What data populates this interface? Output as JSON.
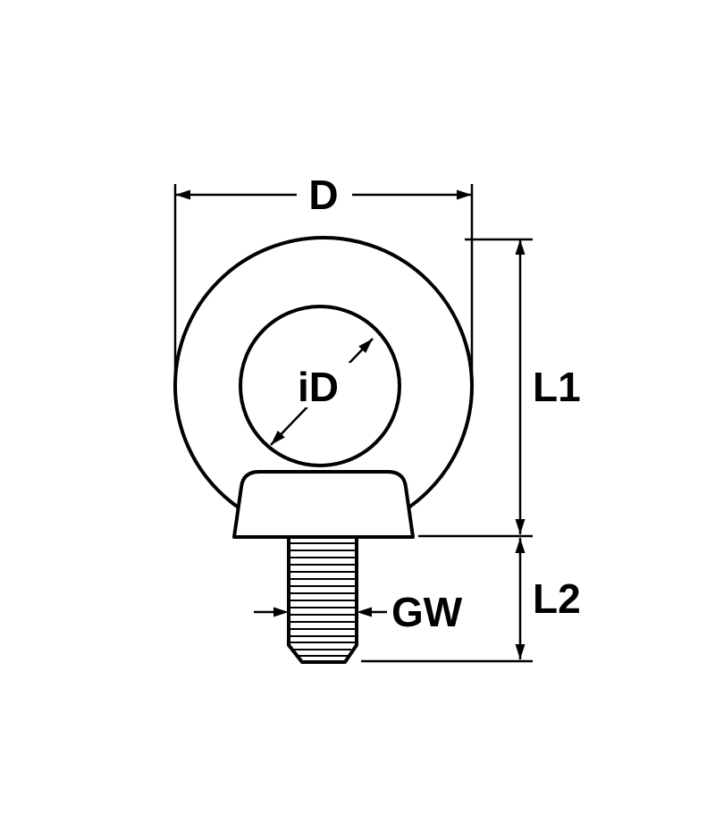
{
  "diagram": {
    "type": "technical-drawing",
    "subject": "eye-bolt dimensional drawing",
    "background_color": "#ffffff",
    "line_color": "#000000",
    "dimensions": {
      "outer_diameter": {
        "label": "D",
        "meaning": "outer ring diameter"
      },
      "inner_diameter": {
        "label": "iD",
        "meaning": "inner eye diameter"
      },
      "upper_length": {
        "label": "L1",
        "meaning": "height from ring top to collar bottom"
      },
      "thread_length": {
        "label": "L2",
        "meaning": "threaded shank length"
      },
      "thread_width": {
        "label": "GW",
        "meaning": "thread size / shank width"
      }
    }
  }
}
